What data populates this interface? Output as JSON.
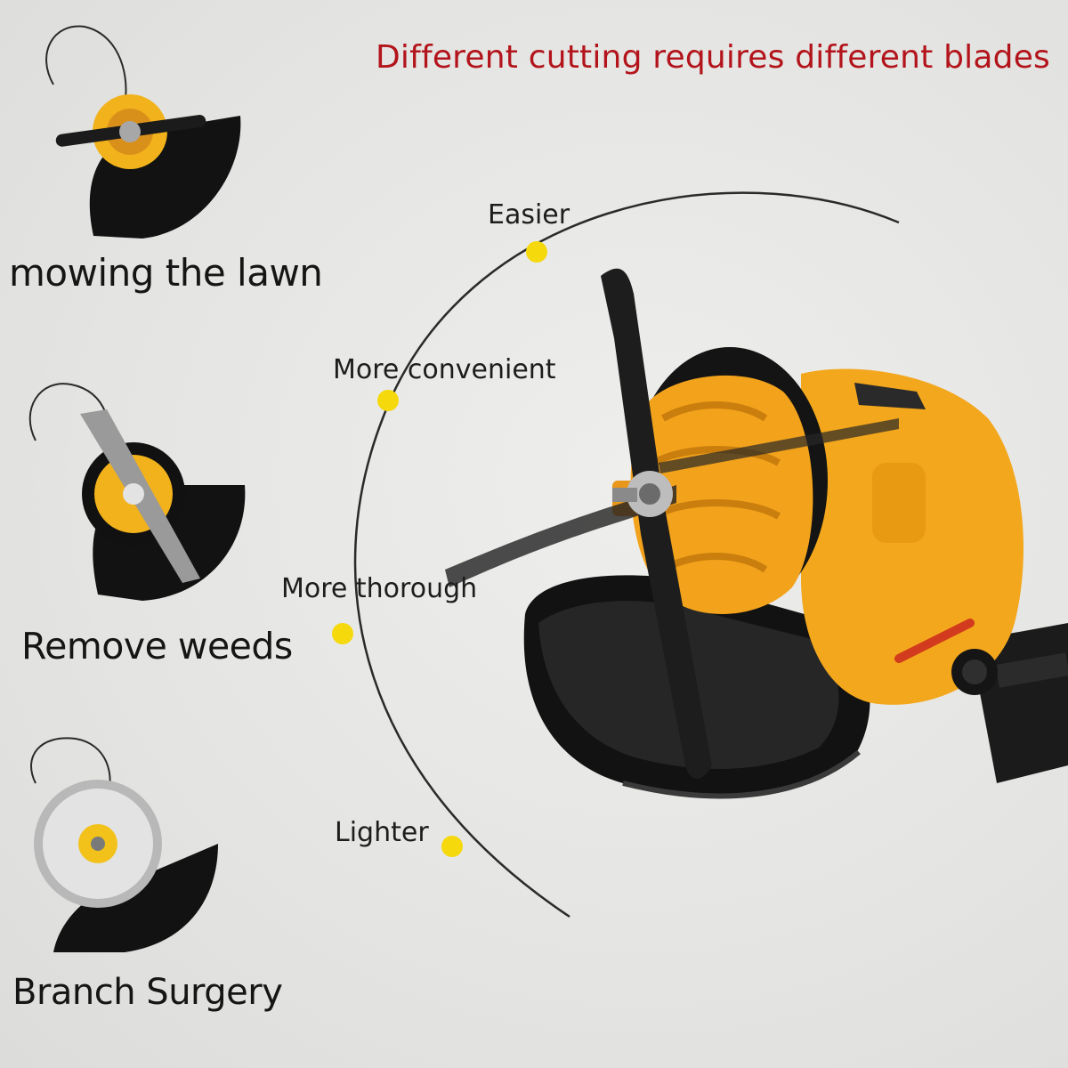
{
  "headline": "Different cutting requires different blades",
  "uses": [
    {
      "label": "mowing the lawn"
    },
    {
      "label": "Remove weeds"
    },
    {
      "label": "Branch Surgery"
    }
  ],
  "features": [
    {
      "label": "Easier"
    },
    {
      "label": "More convenient"
    },
    {
      "label": "More thorough"
    },
    {
      "label": "Lighter"
    }
  ],
  "colors": {
    "headline": "#b3141b",
    "accent_dot": "#f5d90c",
    "tool_body": "#f3a71c",
    "guard": "#141414"
  }
}
